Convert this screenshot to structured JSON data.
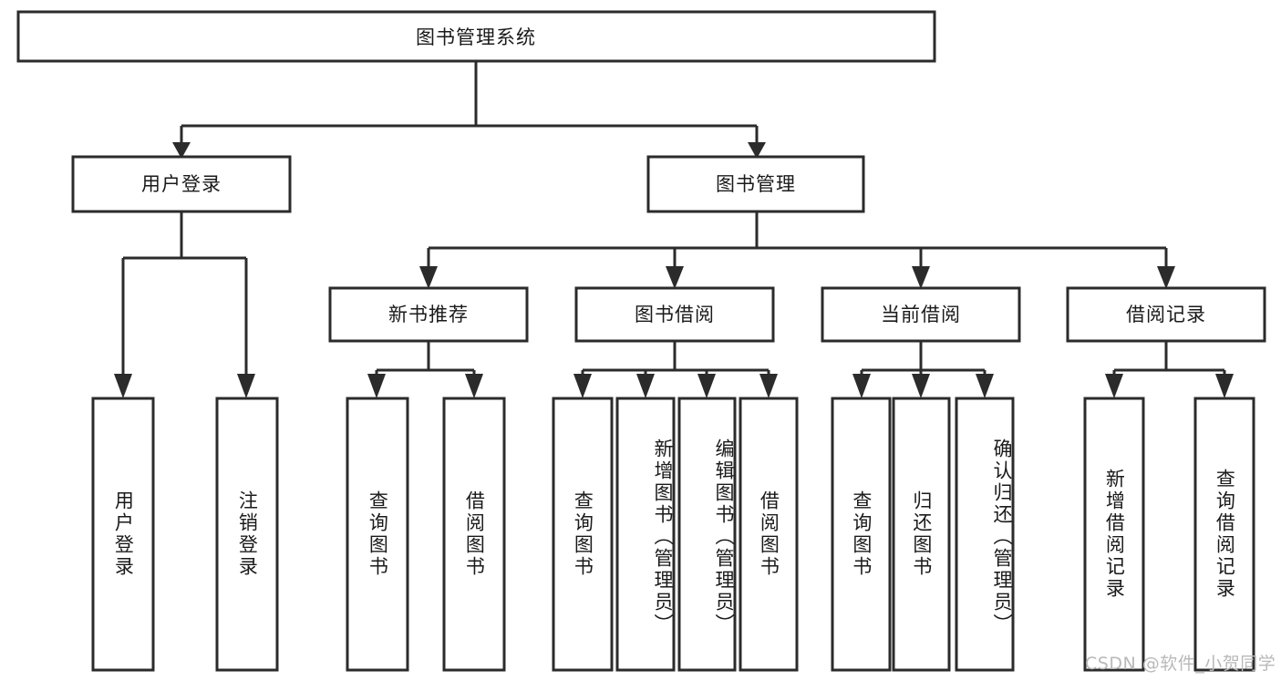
{
  "diagram": {
    "type": "tree-hierarchy",
    "title": "图书管理系统",
    "watermark": "CSDN @软件_小贺同学",
    "colors": {
      "box_stroke": "#2b2b2b",
      "box_fill": "#ffffff",
      "text": "#1a1a1a",
      "background": "#ffffff",
      "watermark": "#b9b9b9"
    },
    "root": {
      "label": "图书管理系统",
      "children": [
        {
          "label": "用户登录",
          "children": [
            {
              "label": "用户登录"
            },
            {
              "label": "注销登录"
            }
          ]
        },
        {
          "label": "图书管理",
          "children": [
            {
              "label": "新书推荐",
              "children": [
                {
                  "label": "查询图书"
                },
                {
                  "label": "借阅图书"
                }
              ]
            },
            {
              "label": "图书借阅",
              "children": [
                {
                  "label": "查询图书"
                },
                {
                  "label": "新增图书（管理员）"
                },
                {
                  "label": "编辑图书（管理员）"
                },
                {
                  "label": "借阅图书"
                }
              ]
            },
            {
              "label": "当前借阅",
              "children": [
                {
                  "label": "查询图书"
                },
                {
                  "label": "归还图书"
                },
                {
                  "label": "确认归还（管理员）"
                }
              ]
            },
            {
              "label": "借阅记录",
              "children": [
                {
                  "label": "新增借阅记录"
                },
                {
                  "label": "查询借阅记录"
                }
              ]
            }
          ]
        }
      ]
    },
    "nodes": {
      "root_title": "图书管理系统",
      "level2": [
        "用户登录",
        "图书管理"
      ],
      "level3": [
        "新书推荐",
        "图书借阅",
        "当前借阅",
        "借阅记录"
      ],
      "leaves_user_login": [
        "用户登录",
        "注销登录"
      ],
      "leaves_new_books": [
        "查询图书",
        "借阅图书"
      ],
      "leaves_book_borrow": [
        "查询图书",
        "新增图书（管理员）",
        "编辑图书（管理员）",
        "借阅图书"
      ],
      "leaves_current_borrow": [
        "查询图书",
        "归还图书",
        "确认归还（管理员）"
      ],
      "leaves_borrow_records": [
        "新增借阅记录",
        "查询借阅记录"
      ]
    }
  }
}
